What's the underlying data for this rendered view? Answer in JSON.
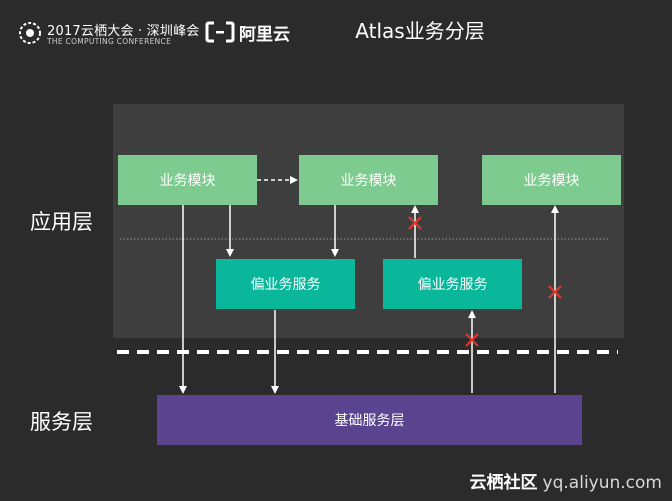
{
  "header": {
    "conference_title": "2017云栖大会 · 深圳峰会",
    "conference_subtitle": "THE COMPUTING CONFERENCE",
    "aliyun_logo_text": "阿里云",
    "slide_title": "Atlas业务分层"
  },
  "layers": {
    "app_layer_label": "应用层",
    "service_layer_label": "服务层"
  },
  "boxes": {
    "module_1": "业务模块",
    "module_2": "业务模块",
    "module_3": "业务模块",
    "partial_service_1": "偏业务服务",
    "partial_service_2": "偏业务服务",
    "base_service": "基础服务层"
  },
  "footer": {
    "brand_cn": "云栖社区",
    "brand_url": "yq.aliyun.com"
  },
  "colors": {
    "background": "#2b2b2b",
    "panel": "#3e3e3e",
    "module": "#7dcb8e",
    "partial_service": "#0bb79a",
    "base_service": "#5a4490",
    "forbidden_mark": "#e0362b"
  }
}
